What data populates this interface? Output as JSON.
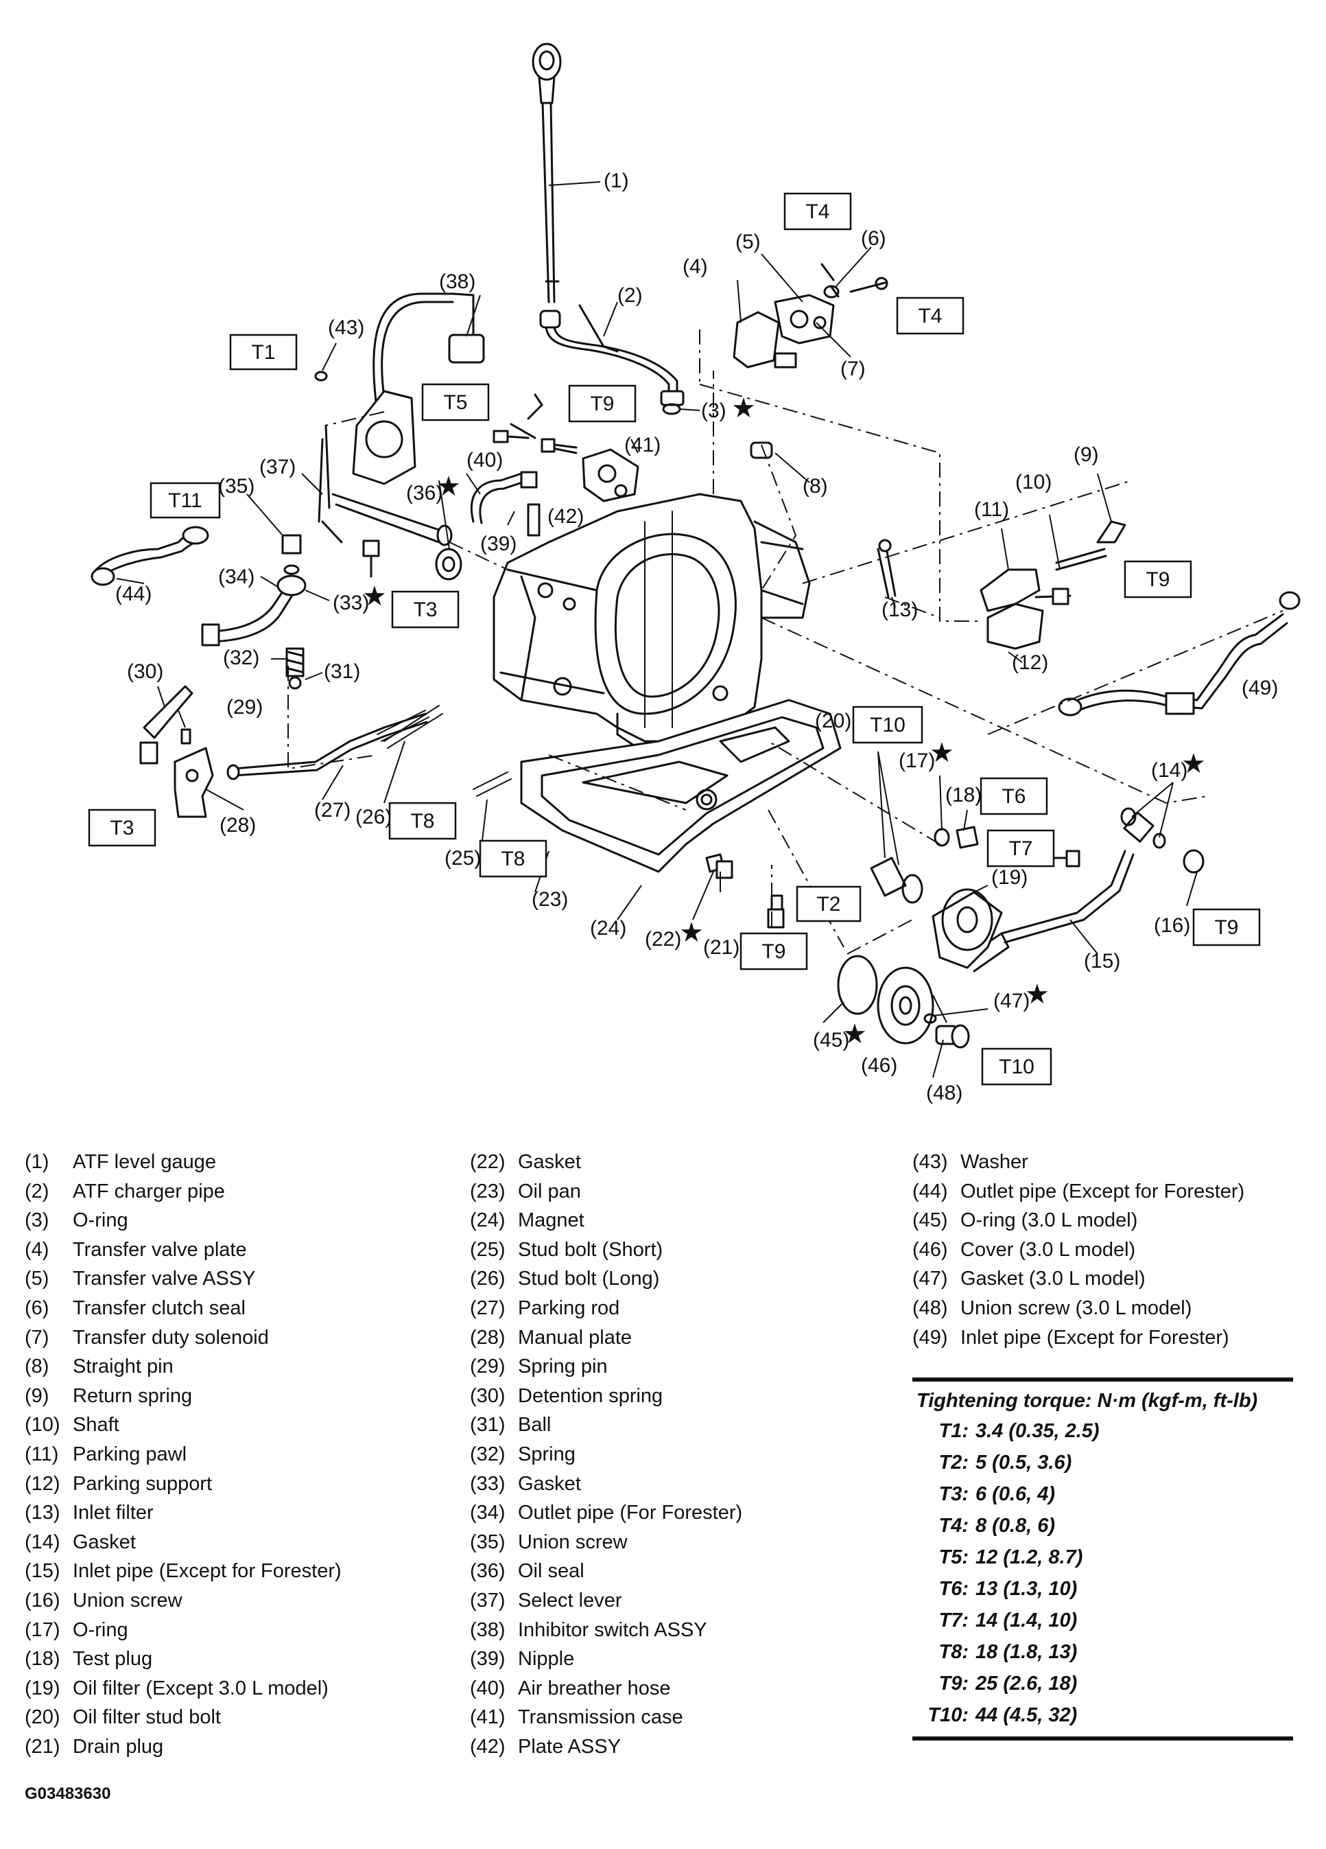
{
  "parts": [
    {
      "num": "(1)",
      "name": "ATF level gauge"
    },
    {
      "num": "(2)",
      "name": "ATF charger pipe"
    },
    {
      "num": "(3)",
      "name": "O-ring"
    },
    {
      "num": "(4)",
      "name": "Transfer valve plate"
    },
    {
      "num": "(5)",
      "name": "Transfer valve ASSY"
    },
    {
      "num": "(6)",
      "name": "Transfer clutch seal"
    },
    {
      "num": "(7)",
      "name": "Transfer duty solenoid"
    },
    {
      "num": "(8)",
      "name": "Straight pin"
    },
    {
      "num": "(9)",
      "name": "Return spring"
    },
    {
      "num": "(10)",
      "name": "Shaft"
    },
    {
      "num": "(11)",
      "name": "Parking pawl"
    },
    {
      "num": "(12)",
      "name": "Parking support"
    },
    {
      "num": "(13)",
      "name": "Inlet filter"
    },
    {
      "num": "(14)",
      "name": "Gasket"
    },
    {
      "num": "(15)",
      "name": "Inlet pipe (Except for Forester)"
    },
    {
      "num": "(16)",
      "name": "Union screw"
    },
    {
      "num": "(17)",
      "name": "O-ring"
    },
    {
      "num": "(18)",
      "name": "Test plug"
    },
    {
      "num": "(19)",
      "name": "Oil filter (Except 3.0 L model)"
    },
    {
      "num": "(20)",
      "name": "Oil filter stud bolt"
    },
    {
      "num": "(21)",
      "name": "Drain plug"
    },
    {
      "num": "(22)",
      "name": "Gasket"
    },
    {
      "num": "(23)",
      "name": "Oil pan"
    },
    {
      "num": "(24)",
      "name": "Magnet"
    },
    {
      "num": "(25)",
      "name": "Stud bolt (Short)"
    },
    {
      "num": "(26)",
      "name": "Stud bolt (Long)"
    },
    {
      "num": "(27)",
      "name": "Parking rod"
    },
    {
      "num": "(28)",
      "name": "Manual plate"
    },
    {
      "num": "(29)",
      "name": "Spring pin"
    },
    {
      "num": "(30)",
      "name": "Detention spring"
    },
    {
      "num": "(31)",
      "name": "Ball"
    },
    {
      "num": "(32)",
      "name": "Spring"
    },
    {
      "num": "(33)",
      "name": "Gasket"
    },
    {
      "num": "(34)",
      "name": "Outlet pipe (For Forester)"
    },
    {
      "num": "(35)",
      "name": "Union screw"
    },
    {
      "num": "(36)",
      "name": "Oil seal"
    },
    {
      "num": "(37)",
      "name": "Select lever"
    },
    {
      "num": "(38)",
      "name": "Inhibitor switch ASSY"
    },
    {
      "num": "(39)",
      "name": "Nipple"
    },
    {
      "num": "(40)",
      "name": "Air breather hose"
    },
    {
      "num": "(41)",
      "name": "Transmission case"
    },
    {
      "num": "(42)",
      "name": "Plate ASSY"
    },
    {
      "num": "(43)",
      "name": "Washer"
    },
    {
      "num": "(44)",
      "name": "Outlet pipe (Except for Forester)"
    },
    {
      "num": "(45)",
      "name": "O-ring (3.0 L model)"
    },
    {
      "num": "(46)",
      "name": "Cover (3.0 L model)"
    },
    {
      "num": "(47)",
      "name": "Gasket (3.0 L model)"
    },
    {
      "num": "(48)",
      "name": "Union screw (3.0 L model)"
    },
    {
      "num": "(49)",
      "name": "Inlet pipe (Except for Forester)"
    }
  ],
  "torque": {
    "title": "Tightening torque: N·m (kgf-m, ft-lb)",
    "items": [
      {
        "code": "T1:",
        "value": "3.4 (0.35, 2.5)"
      },
      {
        "code": "T2:",
        "value": "5 (0.5, 3.6)"
      },
      {
        "code": "T3:",
        "value": "6 (0.6, 4)"
      },
      {
        "code": "T4:",
        "value": "8 (0.8, 6)"
      },
      {
        "code": "T5:",
        "value": "12 (1.2, 8.7)"
      },
      {
        "code": "T6:",
        "value": "13 (1.3, 10)"
      },
      {
        "code": "T7:",
        "value": "14 (1.4, 10)"
      },
      {
        "code": "T8:",
        "value": "18 (1.8, 13)"
      },
      {
        "code": "T9:",
        "value": "25 (2.6, 18)"
      },
      {
        "code": "T10:",
        "value": "44 (4.5, 32)"
      }
    ]
  },
  "diagram": {
    "callouts": [
      "(1)",
      "(2)",
      "(3)",
      "(4)",
      "(5)",
      "(6)",
      "(7)",
      "(8)",
      "(9)",
      "(10)",
      "(11)",
      "(12)",
      "(13)",
      "(14)",
      "(15)",
      "(16)",
      "(17)",
      "(18)",
      "(19)",
      "(20)",
      "(21)",
      "(22)",
      "(23)",
      "(24)",
      "(25)",
      "(26)",
      "(27)",
      "(28)",
      "(29)",
      "(30)",
      "(31)",
      "(32)",
      "(33)",
      "(34)",
      "(35)",
      "(36)",
      "(37)",
      "(38)",
      "(39)",
      "(40)",
      "(41)",
      "(42)",
      "(43)",
      "(44)",
      "(45)",
      "(46)",
      "(47)",
      "(48)",
      "(49)"
    ],
    "torque_tags": [
      "T1",
      "T2",
      "T3",
      "T3",
      "T4",
      "T4",
      "T5",
      "T6",
      "T7",
      "T8",
      "T8",
      "T9",
      "T9",
      "T9",
      "T9",
      "T10",
      "T10",
      "T11"
    ],
    "star_symbol": "★"
  },
  "figure_code": "G03483630"
}
